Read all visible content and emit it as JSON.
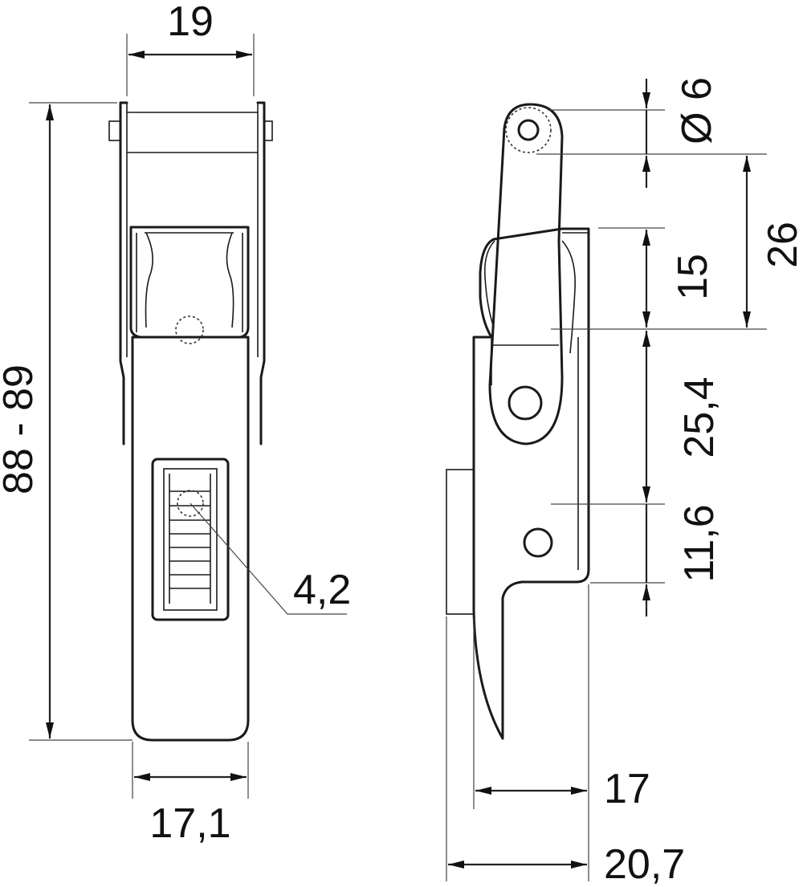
{
  "drawing": {
    "dimensions": {
      "front_width_top": "19",
      "front_height": "88 - 89",
      "front_width_bottom": "17,1",
      "hole_diameter": "4,2",
      "pin_diameter": "Ø 6",
      "hook_to_pin": "26",
      "body_offset": "15",
      "pivot_to_hole": "25,4",
      "hole_to_tip": "11,6",
      "side_width_inner": "17",
      "side_width_outer": "20,7"
    }
  }
}
